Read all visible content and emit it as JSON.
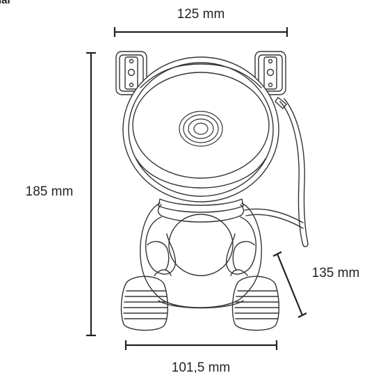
{
  "corner_fragment": "ial",
  "dimensions": {
    "width_top": "125 mm",
    "height_left": "185 mm",
    "depth_diag": "135 mm",
    "width_bottom": "101,5 mm"
  }
}
